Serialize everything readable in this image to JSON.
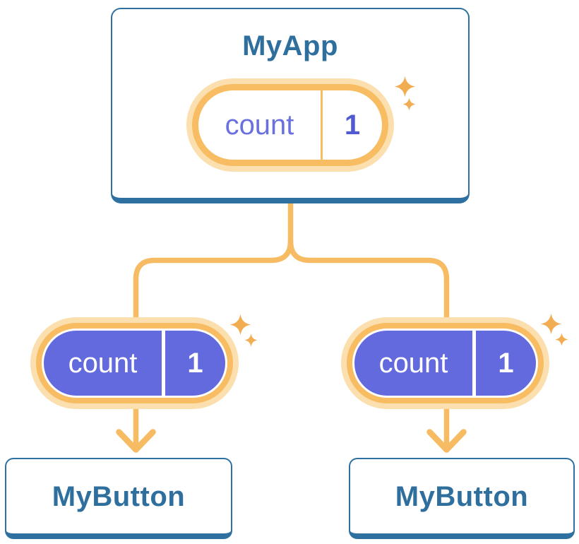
{
  "diagram": {
    "root": {
      "title": "MyApp",
      "state": {
        "name": "count",
        "value": "1"
      }
    },
    "children": [
      {
        "title": "MyButton",
        "prop": {
          "name": "count",
          "value": "1"
        }
      },
      {
        "title": "MyButton",
        "prop": {
          "name": "count",
          "value": "1"
        }
      }
    ]
  },
  "icons": {
    "sparkle": "sparkle-icon",
    "arrow": "arrow-down-icon"
  },
  "colors": {
    "background": "#ffffff",
    "card_border_blue": "#2e71a0",
    "heading_text_blue": "#2f6f9e",
    "connector_orange": "#f7bc63",
    "pill_ring_orange": "#f8bd63",
    "pill_glow_orange": "#fcdfae",
    "state_purple_fill": "#636ade",
    "state_name_text_purple": "#6a71de",
    "state_value_text_purple": "#525ad1",
    "sparkle_orange": "#f2ad52"
  }
}
